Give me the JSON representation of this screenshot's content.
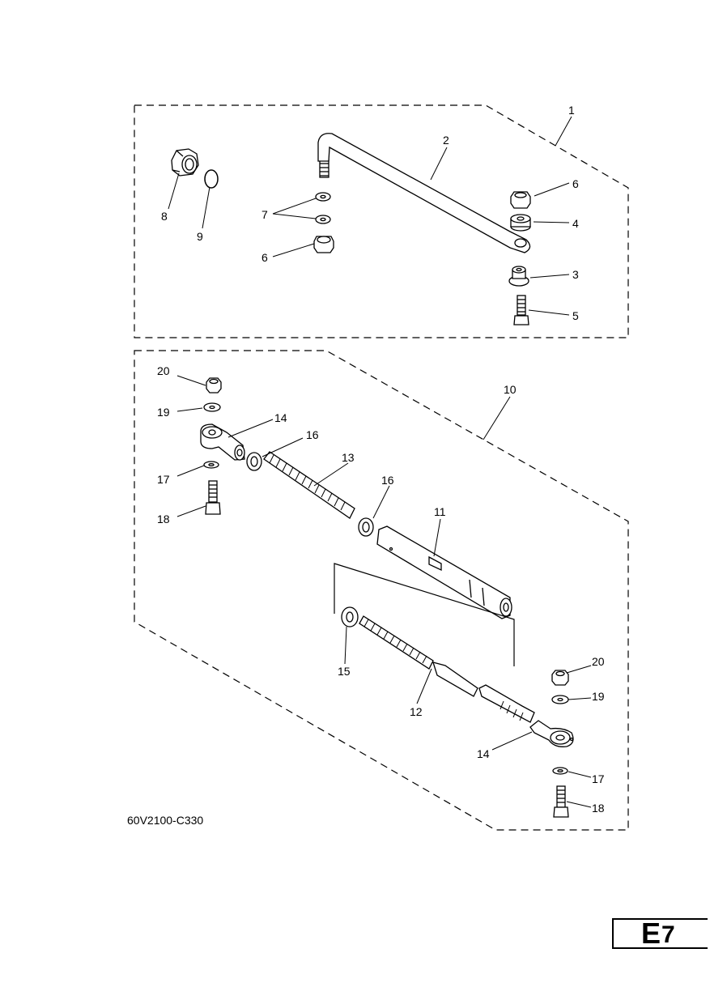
{
  "diagram": {
    "code": "60V2100-C330",
    "page_tag": {
      "letter": "E",
      "number": "7"
    },
    "callouts": {
      "c1": "1",
      "c2": "2",
      "c3": "3",
      "c4": "4",
      "c5": "5",
      "c6a": "6",
      "c6b": "6",
      "c7": "7",
      "c8": "8",
      "c9": "9",
      "c10": "10",
      "c11": "11",
      "c12": "12",
      "c13": "13",
      "c14a": "14",
      "c14b": "14",
      "c15": "15",
      "c16a": "16",
      "c16b": "16",
      "c17a": "17",
      "c17b": "17",
      "c18a": "18",
      "c18b": "18",
      "c19a": "19",
      "c19b": "19",
      "c20a": "20",
      "c20b": "20"
    }
  }
}
